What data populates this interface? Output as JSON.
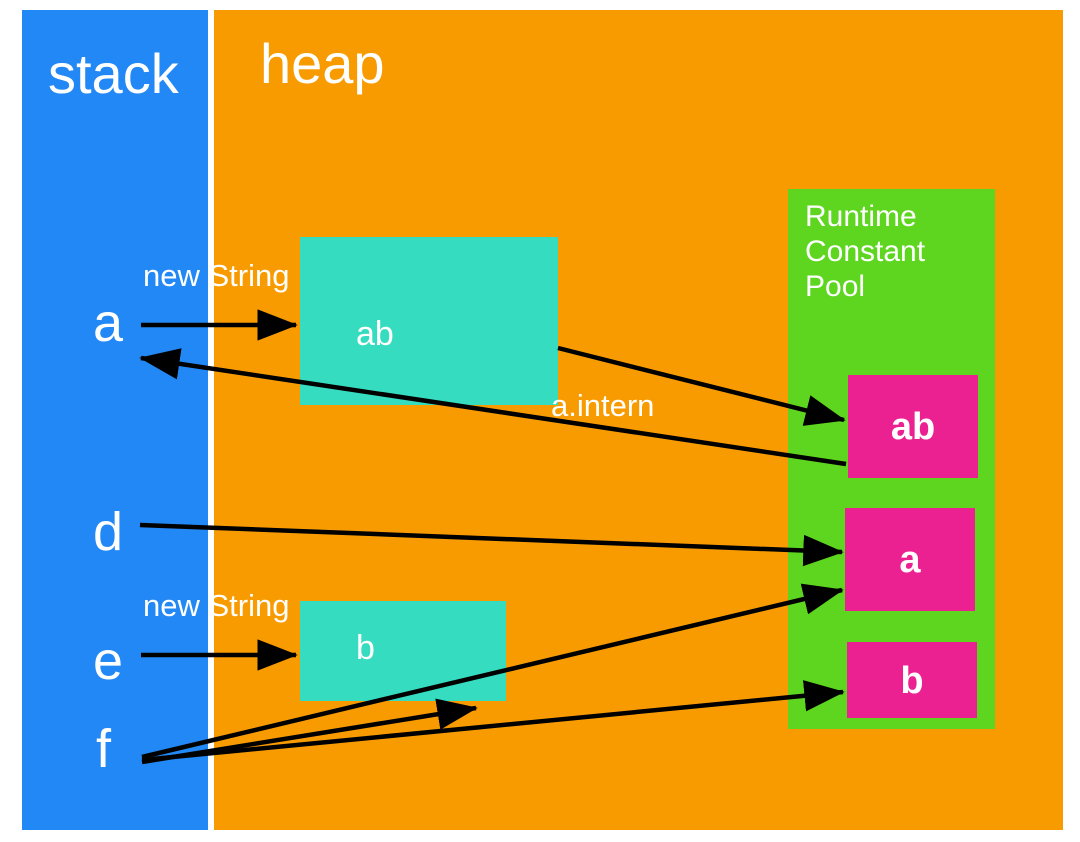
{
  "diagram": {
    "title": "Java String stack / heap / runtime constant pool diagram",
    "regions": {
      "stack": {
        "label": "stack",
        "color": "#2288f5"
      },
      "heap": {
        "label": "heap",
        "color": "#f89b00"
      },
      "runtime_constant_pool": {
        "label": "Runtime\nConstant\nPool",
        "color": "#5ed620"
      }
    },
    "stack_variables": [
      {
        "name": "a",
        "label": "a"
      },
      {
        "name": "d",
        "label": "d"
      },
      {
        "name": "e",
        "label": "e"
      },
      {
        "name": "f",
        "label": "f"
      }
    ],
    "operation_labels": {
      "new_string_a": "new String",
      "new_string_e": "new String",
      "intern": "a.intern"
    },
    "heap_objects": [
      {
        "name": "heap-object-ab",
        "label": "ab",
        "color": "#35dcc0"
      },
      {
        "name": "heap-object-b",
        "label": "b",
        "color": "#35dcc0"
      }
    ],
    "pool_entries": [
      {
        "name": "pool-entry-ab",
        "label": "ab",
        "color": "#ec2191"
      },
      {
        "name": "pool-entry-a",
        "label": "a",
        "color": "#ec2191"
      },
      {
        "name": "pool-entry-b",
        "label": "b",
        "color": "#ec2191"
      }
    ],
    "arrows": [
      {
        "name": "arrow-a-to-heap-ab",
        "from": "a",
        "to": "heap-object-ab",
        "label": "new String"
      },
      {
        "name": "arrow-pool-ab-to-a",
        "from": "pool-entry-ab",
        "to": "a",
        "label": "a.intern"
      },
      {
        "name": "arrow-heap-ab-to-pool-ab",
        "from": "heap-object-ab",
        "to": "pool-entry-ab",
        "label": ""
      },
      {
        "name": "arrow-d-to-pool-a",
        "from": "d",
        "to": "pool-entry-a",
        "label": ""
      },
      {
        "name": "arrow-e-to-heap-b",
        "from": "e",
        "to": "heap-object-b",
        "label": "new String"
      },
      {
        "name": "arrow-f-to-pool-a",
        "from": "f",
        "to": "pool-entry-a",
        "label": ""
      },
      {
        "name": "arrow-f-to-pool-b",
        "from": "f",
        "to": "pool-entry-b",
        "label": ""
      },
      {
        "name": "arrow-heap-b-to-f-area",
        "from": "heap-object-b",
        "to": "f",
        "label": ""
      }
    ]
  }
}
